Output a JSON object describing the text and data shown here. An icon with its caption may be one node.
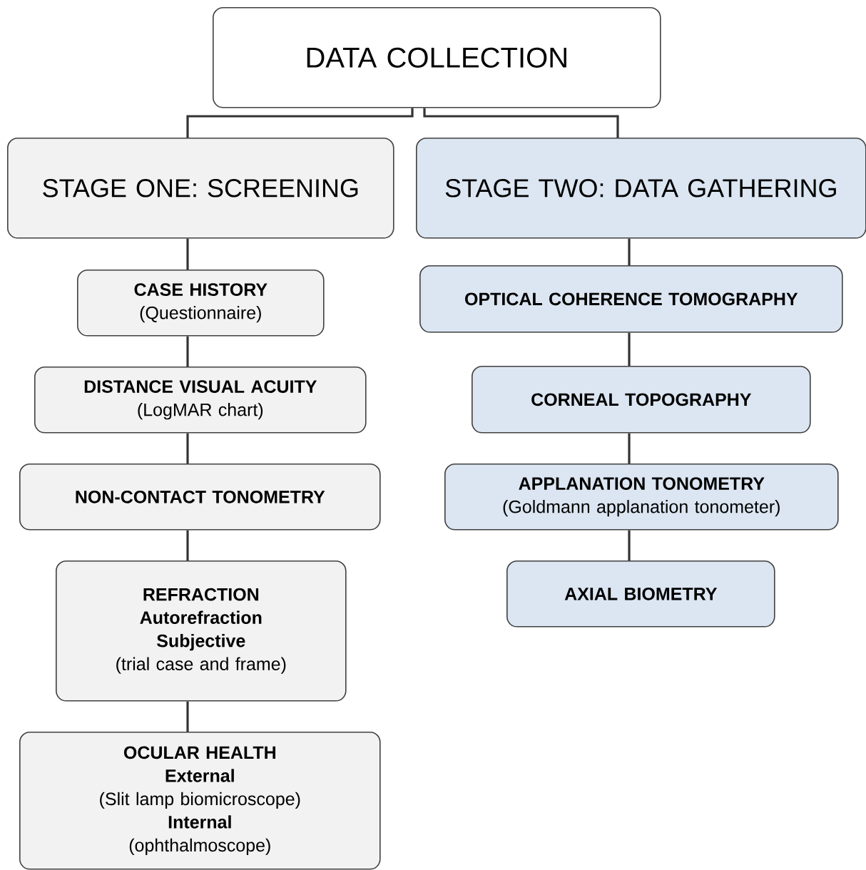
{
  "diagram": {
    "nodes": [
      {
        "text": [
          "DATA COLLECTION"
        ]
      },
      {
        "text": [
          "STAGE ONE: SCREENING"
        ]
      },
      {
        "text": [
          "STAGE TWO: DATA GATHERING"
        ]
      },
      {
        "text": [
          "CASE HISTORY",
          "(Questionnaire)"
        ]
      },
      {
        "text": [
          "DISTANCE VISUAL ACUITY",
          "(LogMAR chart)"
        ]
      },
      {
        "text": [
          "NON-CONTACT TONOMETRY"
        ]
      },
      {
        "text": [
          "REFRACTION",
          "Autorefraction",
          "Subjective",
          "(trial case and frame)"
        ]
      },
      {
        "text": [
          "OCULAR HEALTH",
          "External",
          "(Slit lamp biomicroscope)",
          "Internal",
          "(ophthalmoscope)"
        ]
      },
      {
        "text": [
          "OPTICAL COHERENCE TOMOGRAPHY"
        ]
      },
      {
        "text": [
          "CORNEAL TOPOGRAPHY"
        ]
      },
      {
        "text": [
          "APPLANATION TONOMETRY",
          "(Goldmann applanation tonometer)"
        ]
      },
      {
        "text": [
          "AXIAL BIOMETRY"
        ]
      }
    ],
    "edges": [
      {
        "from": 0,
        "to": 1,
        "arrow": "none"
      },
      {
        "from": 0,
        "to": 2,
        "arrow": "none"
      },
      {
        "from": 1,
        "to": 3,
        "arrow": "none"
      },
      {
        "from": 3,
        "to": 4,
        "arrow": "none"
      },
      {
        "from": 4,
        "to": 5,
        "arrow": "none"
      },
      {
        "from": 5,
        "to": 6,
        "arrow": "none"
      },
      {
        "from": 6,
        "to": 7,
        "arrow": "none"
      },
      {
        "from": 2,
        "to": 8,
        "arrow": "none"
      },
      {
        "from": 8,
        "to": 9,
        "arrow": "none"
      },
      {
        "from": 9,
        "to": 10,
        "arrow": "none"
      },
      {
        "from": 10,
        "to": 11,
        "arrow": "none"
      }
    ]
  }
}
